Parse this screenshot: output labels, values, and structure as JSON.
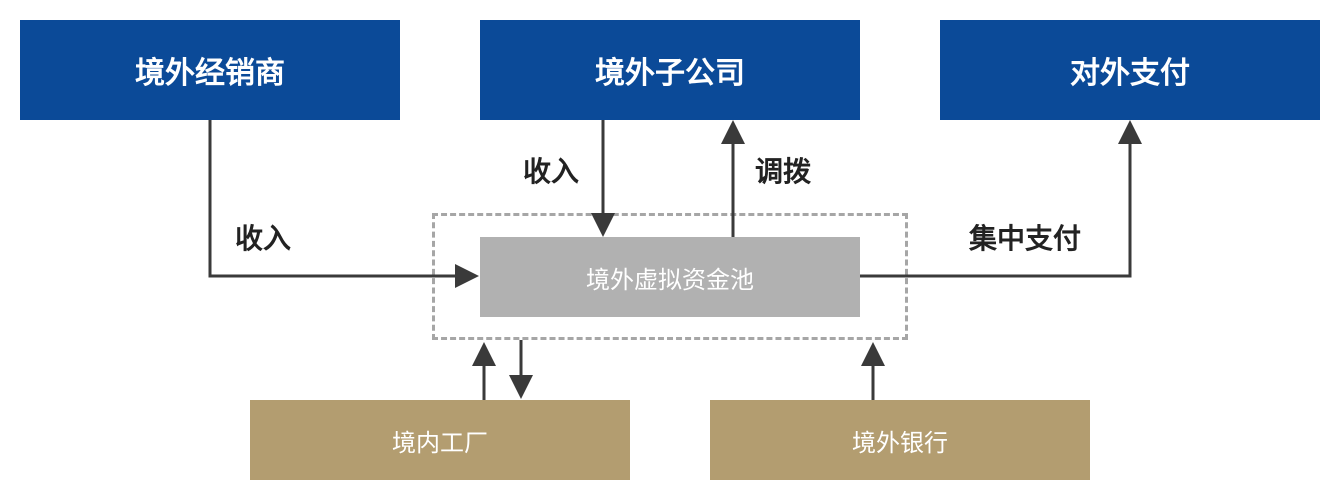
{
  "colors": {
    "blue": "#0b4a98",
    "gray": "#b1b1b1",
    "gold": "#b39d70",
    "arrow": "#3a3a3a",
    "dash": "#a6a6a6"
  },
  "nodes": {
    "dealer": "境外经销商",
    "subsidiary": "境外子公司",
    "external_pay": "对外支付",
    "pool": "境外虚拟资金池",
    "factory": "境内工厂",
    "bank": "境外银行"
  },
  "edges": {
    "dealer_income": "收入",
    "subsidiary_income": "收入",
    "allocate": "调拨",
    "central_pay": "集中支付"
  }
}
